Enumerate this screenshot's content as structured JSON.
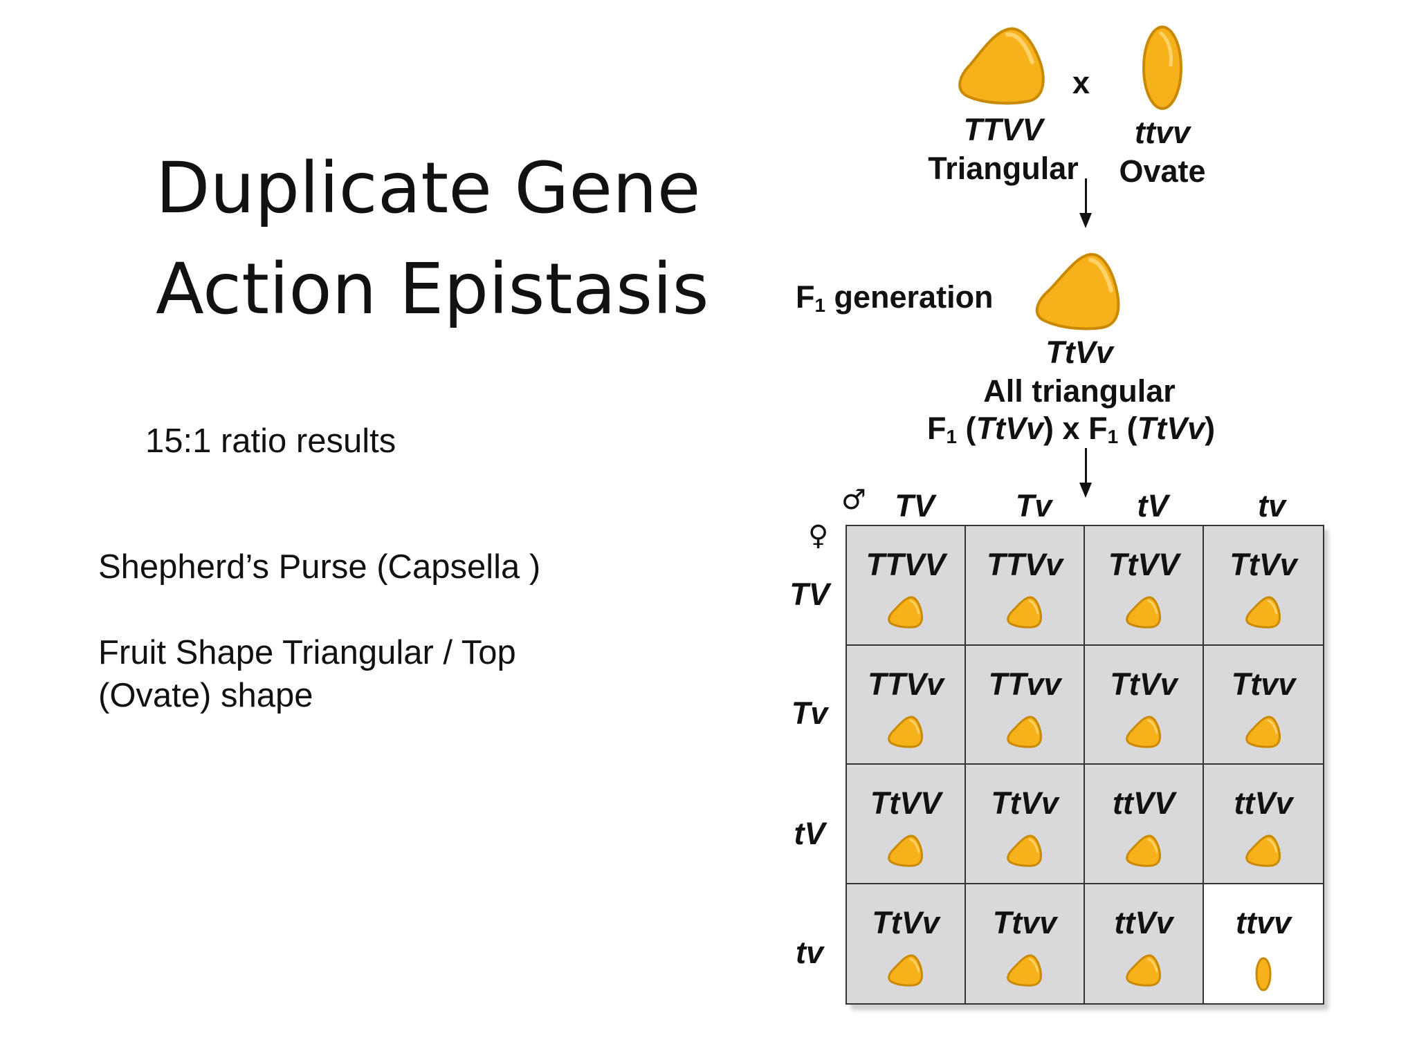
{
  "title": {
    "line1": "Duplicate Gene",
    "line2": "Action Epistasis"
  },
  "ratio_text": "15:1 ratio results",
  "organism_text": "Shepherd’s Purse (Capsella )",
  "fruit_text": {
    "line1": "Fruit Shape Triangular / Top",
    "line2": "(Ovate)  shape"
  },
  "cross": {
    "x_symbol": "x",
    "parent1": {
      "genotype": "TTVV",
      "phenotype": "Triangular"
    },
    "parent2": {
      "genotype": "ttvv",
      "phenotype": "Ovate"
    }
  },
  "f1": {
    "label_prefix": "F",
    "label_sub": "1",
    "label_suffix": " generation",
    "genotype": "TtVv",
    "phenotype": "All triangular",
    "cross_line": {
      "f": "F",
      "sub": "1",
      "genotype": "TtVv",
      "x": "x"
    }
  },
  "punnett": {
    "male_symbol": "♂",
    "female_symbol": "♀",
    "columns": [
      "TV",
      "Tv",
      "tV",
      "tv"
    ],
    "rows": [
      "TV",
      "Tv",
      "tV",
      "tv"
    ],
    "cells": [
      [
        "TTVV",
        "TTVv",
        "TtVV",
        "TtVv"
      ],
      [
        "TTVv",
        "TTvv",
        "TtVv",
        "Ttvv"
      ],
      [
        "TtVV",
        "TtVv",
        "ttVV",
        "ttVv"
      ],
      [
        "TtVv",
        "Ttvv",
        "ttVv",
        "ttvv"
      ]
    ],
    "phenotypes": [
      [
        "triangular",
        "triangular",
        "triangular",
        "triangular"
      ],
      [
        "triangular",
        "triangular",
        "triangular",
        "triangular"
      ],
      [
        "triangular",
        "triangular",
        "triangular",
        "triangular"
      ],
      [
        "triangular",
        "triangular",
        "triangular",
        "ovate"
      ]
    ]
  },
  "colors": {
    "seed_fill": "#f7b21b",
    "seed_stroke": "#c98900",
    "cell_bg": "#d9d8db"
  }
}
